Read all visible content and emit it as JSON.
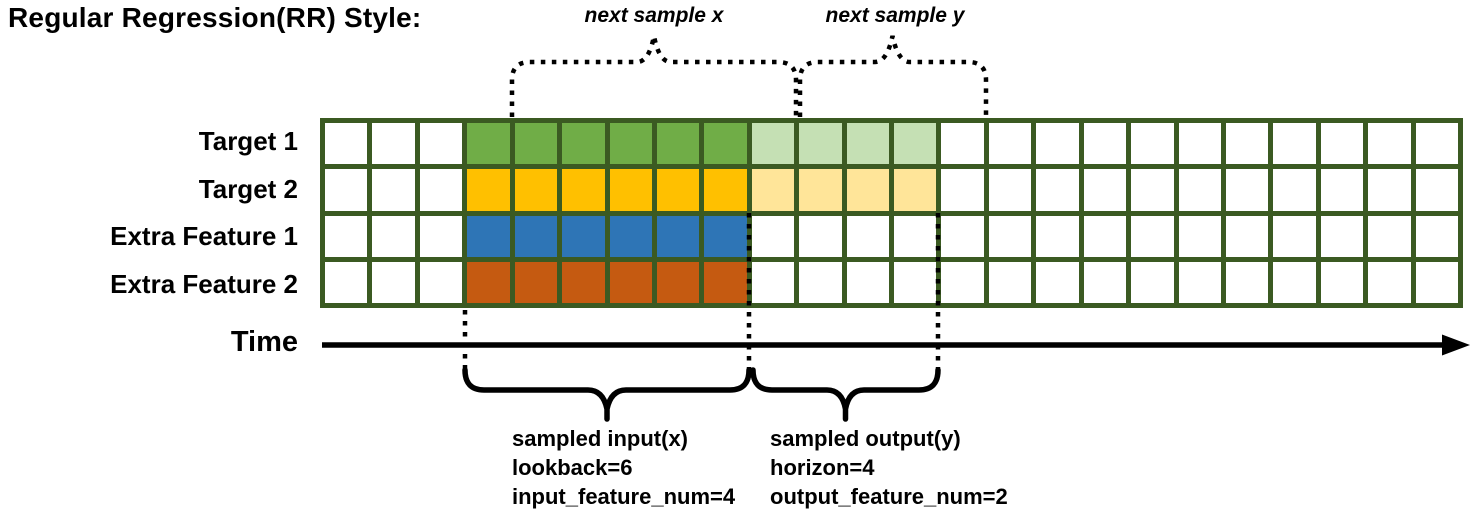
{
  "title": "Regular Regression(RR) Style:",
  "annotations": {
    "next_sample_x": "next sample x",
    "next_sample_y": "next sample y",
    "time_label": "Time",
    "input_block": [
      "sampled input(x)",
      "lookback=6",
      "input_feature_num=4"
    ],
    "output_block": [
      "sampled output(y)",
      "horizon=4",
      "output_feature_num=2"
    ]
  },
  "colors": {
    "grid_line": "#3B5A22",
    "cell_empty": "#FFFFFF",
    "target1_input": "#70AD47",
    "target1_output": "#C5E0B4",
    "target2_input": "#FFC000",
    "target2_output": "#FFE599",
    "extra1_input": "#2E75B6",
    "extra2_input": "#C55A11",
    "ink": "#000000"
  },
  "grid": {
    "columns": 24,
    "rows": [
      {
        "label": "Target 1",
        "fills": [
          {
            "start": 3,
            "count": 6,
            "color": "#70AD47"
          },
          {
            "start": 9,
            "count": 4,
            "color": "#C5E0B4"
          }
        ]
      },
      {
        "label": "Target 2",
        "fills": [
          {
            "start": 3,
            "count": 6,
            "color": "#FFC000"
          },
          {
            "start": 9,
            "count": 4,
            "color": "#FFE599"
          }
        ]
      },
      {
        "label": "Extra Feature 1",
        "fills": [
          {
            "start": 3,
            "count": 6,
            "color": "#2E75B6"
          }
        ]
      },
      {
        "label": "Extra Feature 2",
        "fills": [
          {
            "start": 3,
            "count": 6,
            "color": "#C55A11"
          }
        ]
      }
    ],
    "lookback": 6,
    "horizon": 4,
    "input_feature_num": 4,
    "output_feature_num": 2
  }
}
